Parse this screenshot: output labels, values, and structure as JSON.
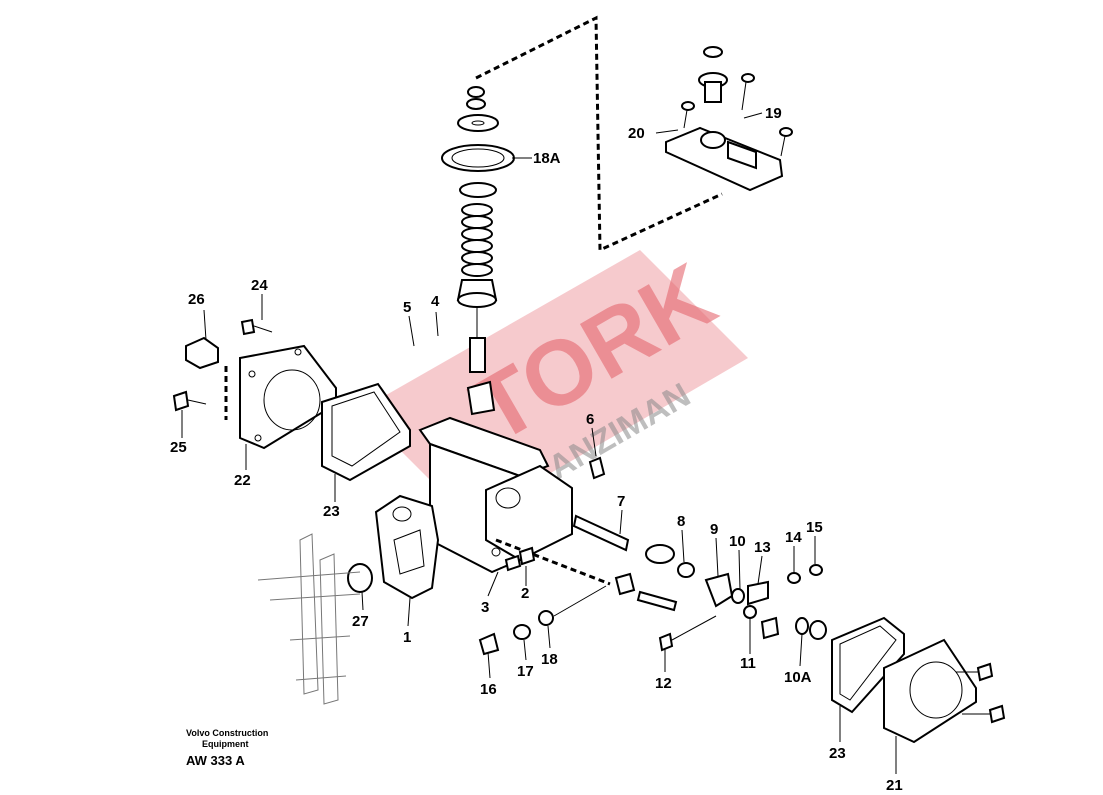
{
  "watermark": {
    "brand": "TORK",
    "subtitle": "ŞANZIMAN"
  },
  "footer": {
    "line1": "Volvo Construction",
    "line2": "Equipment",
    "ref": "AW 333 A"
  },
  "callouts": {
    "c18a": "18A",
    "c19": "19",
    "c20": "20",
    "c26": "26",
    "c24": "24",
    "c5": "5",
    "c4": "4",
    "c25": "25",
    "c22": "22",
    "c23a": "23",
    "c6": "6",
    "c7": "7",
    "c8": "8",
    "c9": "9",
    "c10": "10",
    "c13": "13",
    "c14": "14",
    "c15": "15",
    "c3": "3",
    "c2": "2",
    "c27": "27",
    "c1": "1",
    "c16": "16",
    "c17": "17",
    "c18": "18",
    "c12": "12",
    "c11": "11",
    "c10a": "10A",
    "c23b": "23",
    "c21": "21"
  }
}
